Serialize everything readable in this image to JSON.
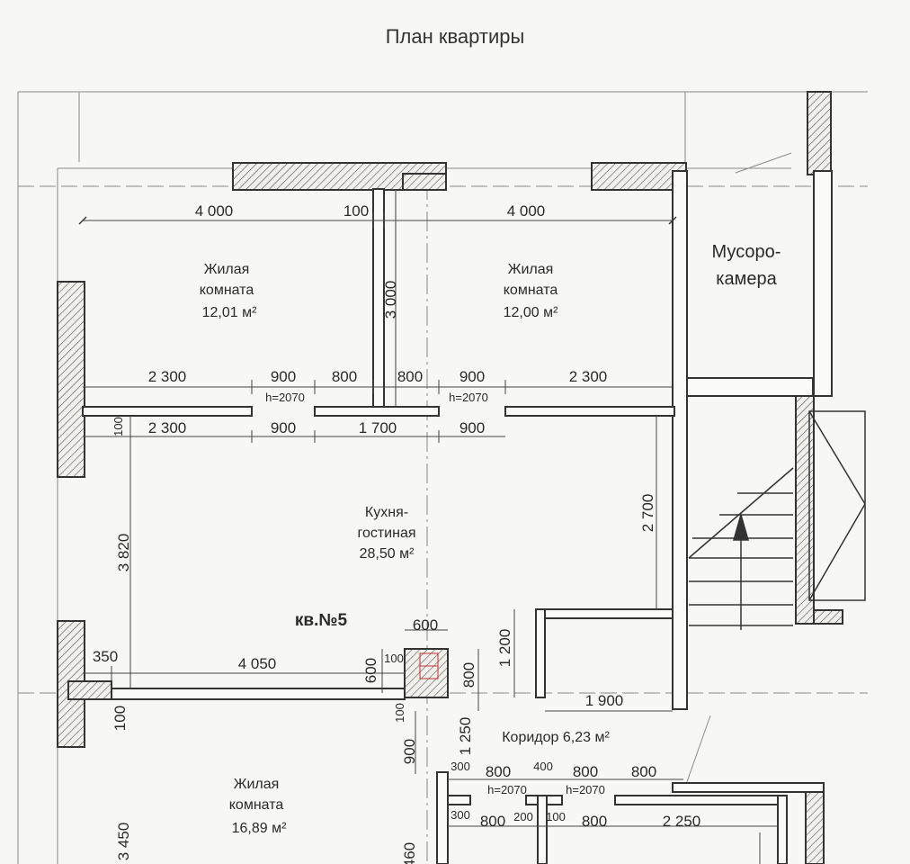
{
  "title": "План квартиры",
  "apartment_label": "кв.№5",
  "rooms": {
    "room1": {
      "line1": "Жилая",
      "line2": "комната",
      "area": "12,01 м²"
    },
    "room2": {
      "line1": "Жилая",
      "line2": "комната",
      "area": "12,00 м²"
    },
    "kitchen": {
      "line1": "Кухня-",
      "line2": "гостиная",
      "area": "28,50 м²"
    },
    "garbage": {
      "line1": "Мусоро-",
      "line2": "камера"
    },
    "corridor": {
      "label": "Коридор 6,23 м²"
    },
    "room3": {
      "line1": "Жилая",
      "line2": "комната",
      "area": "16,89 м²"
    }
  },
  "dimensions": {
    "top_left": "4 000",
    "top_mid": "100",
    "top_right": "4 000",
    "room2_height": "3 000",
    "row1": [
      "2 300",
      "900",
      "800",
      "800",
      "900",
      "2 300"
    ],
    "door_heights": [
      "h=2070",
      "h=2070"
    ],
    "row2": [
      "2 300",
      "900",
      "1 700",
      "900"
    ],
    "kitchen_wall_offset": "100",
    "kitchen_height": "3 820",
    "right_height": "2 700",
    "shaft_width": "600",
    "shaft_depth": "600",
    "shaft_inner": "100",
    "shaft_right": "800",
    "left_offset": "350",
    "kitchen_width": "4 050",
    "step_1200": "1 200",
    "bottom_1900": "1 900",
    "wall_100_left": "100",
    "wall_100_shaft": "100",
    "corridor_1250": "1 250",
    "corridor_900": "900",
    "row3": [
      "300",
      "800",
      "400",
      "800",
      "800"
    ],
    "door_heights_2": [
      "h=2070",
      "h=2070"
    ],
    "row4": [
      "300",
      "800",
      "200",
      "100",
      "800",
      "2 250"
    ],
    "room3_height": "3 450",
    "bottom_460": "460"
  },
  "colors": {
    "line": "#333333",
    "hatch": "#555555",
    "dim": "#444444"
  }
}
